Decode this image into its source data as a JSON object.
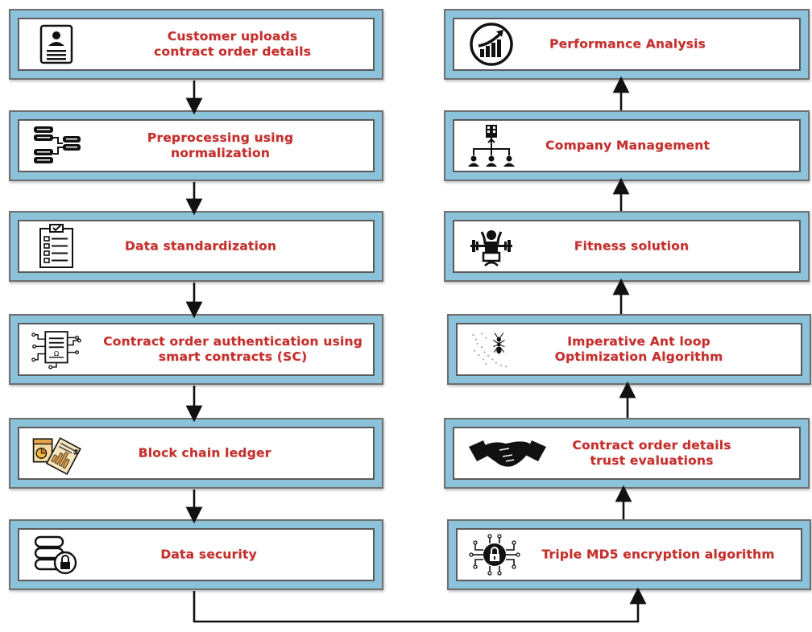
{
  "left_column": [
    {
      "id": "upload",
      "icon": "customer-profile-icon",
      "lines": [
        "Customer uploads",
        "contract order details"
      ]
    },
    {
      "id": "preprocess",
      "icon": "database-network-icon",
      "lines": [
        "Preprocessing using",
        "normalization"
      ]
    },
    {
      "id": "standardize",
      "icon": "checklist-clipboard-icon",
      "lines": [
        "Data  standardization"
      ]
    },
    {
      "id": "authenticate",
      "icon": "smart-contract-icon",
      "lines": [
        "Contract  order authentication using",
        "smart contracts (SC)"
      ]
    },
    {
      "id": "ledger",
      "icon": "ledger-documents-icon",
      "lines": [
        "Block chain ledger"
      ]
    },
    {
      "id": "security",
      "icon": "database-lock-icon",
      "lines": [
        "Data security"
      ]
    }
  ],
  "right_column": [
    {
      "id": "performance",
      "icon": "growth-chart-icon",
      "lines": [
        "Performance Analysis"
      ]
    },
    {
      "id": "management",
      "icon": "org-hierarchy-icon",
      "lines": [
        "Company Management"
      ]
    },
    {
      "id": "fitness",
      "icon": "weightlifter-icon",
      "lines": [
        "Fitness solution"
      ]
    },
    {
      "id": "optimization",
      "icon": "ant-trail-icon",
      "lines": [
        "Imperative Ant loop",
        "Optimization Algorithm"
      ]
    },
    {
      "id": "trust",
      "icon": "handshake-icon",
      "lines": [
        "Contract  order details",
        "trust evaluations"
      ]
    },
    {
      "id": "encryption",
      "icon": "circuit-lock-icon",
      "lines": [
        "Triple MD5 encryption algorithm"
      ]
    }
  ]
}
